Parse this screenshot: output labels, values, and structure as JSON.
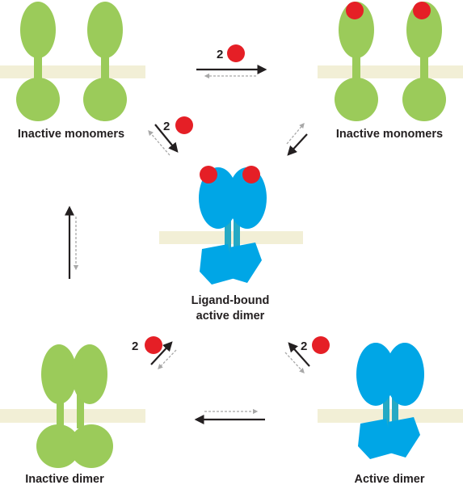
{
  "colors": {
    "inactive_receptor": "#9bcb5a",
    "active_receptor": "#00a6e6",
    "active_stalk": "#25a9c4",
    "ligand": "#e51f26",
    "membrane": "#f2efd6",
    "arrow_main": "#231f20",
    "arrow_reverse": "#a8a8a8",
    "text": "#231f20"
  },
  "labels": {
    "top_left": "Inactive monomers",
    "top_right": "Inactive monomers",
    "center_line1": "Ligand-bound",
    "center_line2": "active dimer",
    "bottom_left": "Inactive dimer",
    "bottom_right": "Active dimer"
  },
  "ligand_counts": {
    "top": "2",
    "upper_left": "2",
    "lower_left": "2",
    "lower_right": "2"
  },
  "icons": {
    "ligand": "red-circle-ligand",
    "forward_arrow": "solid-black-arrow",
    "reverse_arrow": "dashed-gray-arrow"
  }
}
